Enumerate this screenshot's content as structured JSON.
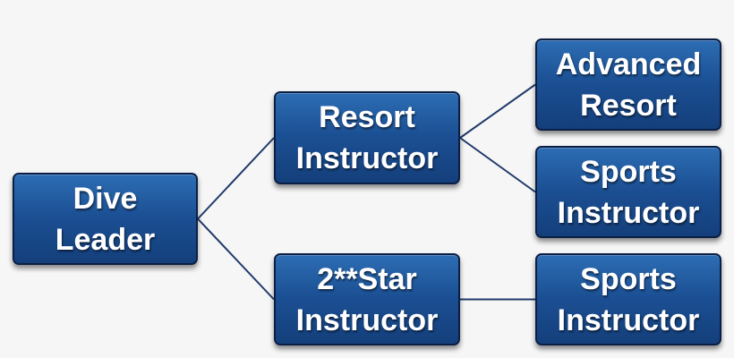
{
  "colors": {
    "background": "#f6f6f6",
    "box_top": "#2d6db3",
    "box_bottom": "#143f7b",
    "box_border": "#0b1f45",
    "connector": "#1f3a6a",
    "text": "#ffffff"
  },
  "nodes": {
    "dive_leader": {
      "line1": "Dive",
      "line2": "Leader"
    },
    "resort_instructor": {
      "line1": "Resort",
      "line2": "Instructor"
    },
    "two_star_instructor": {
      "line1": "2**Star",
      "line2": "Instructor"
    },
    "advanced_resort": {
      "line1": "Advanced",
      "line2": "Resort"
    },
    "sports_instructor_a": {
      "line1": "Sports",
      "line2": "Instructor"
    },
    "sports_instructor_b": {
      "line1": "Sports",
      "line2": "Instructor"
    }
  },
  "edges": [
    {
      "from": "dive_leader",
      "to": "resort_instructor"
    },
    {
      "from": "dive_leader",
      "to": "two_star_instructor"
    },
    {
      "from": "resort_instructor",
      "to": "advanced_resort"
    },
    {
      "from": "resort_instructor",
      "to": "sports_instructor_a"
    },
    {
      "from": "two_star_instructor",
      "to": "sports_instructor_b"
    }
  ]
}
